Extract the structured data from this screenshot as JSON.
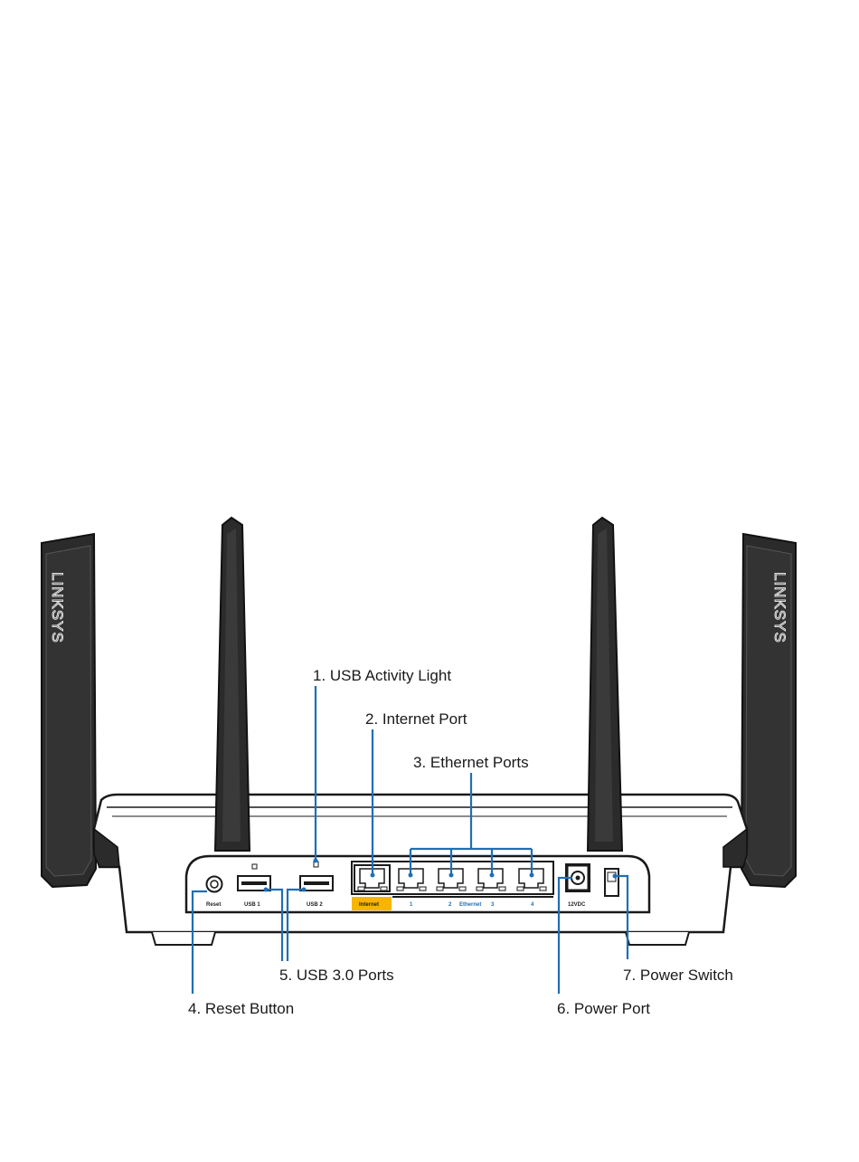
{
  "brand": "LINKSYS",
  "callouts": {
    "usb_activity_light": "1. USB Activity Light",
    "internet_port": "2. Internet Port",
    "ethernet_ports": "3. Ethernet Ports",
    "reset_button": "4. Reset Button",
    "usb_ports": "5. USB 3.0 Ports",
    "power_port": "6. Power Port",
    "power_switch": "7. Power Switch"
  },
  "port_labels": {
    "reset": "Reset",
    "usb1": "USB 1",
    "usb2": "USB 2",
    "internet": "Internet",
    "eth1": "1",
    "eth2": "2",
    "ethernet": "Ethernet",
    "eth3": "3",
    "eth4": "4",
    "power": "12VDC"
  },
  "colors": {
    "callout": "#1f6fb5",
    "internet_highlight": "#f6b500",
    "antenna": "#2b2b2b",
    "body_outline": "#1a1a1a"
  }
}
